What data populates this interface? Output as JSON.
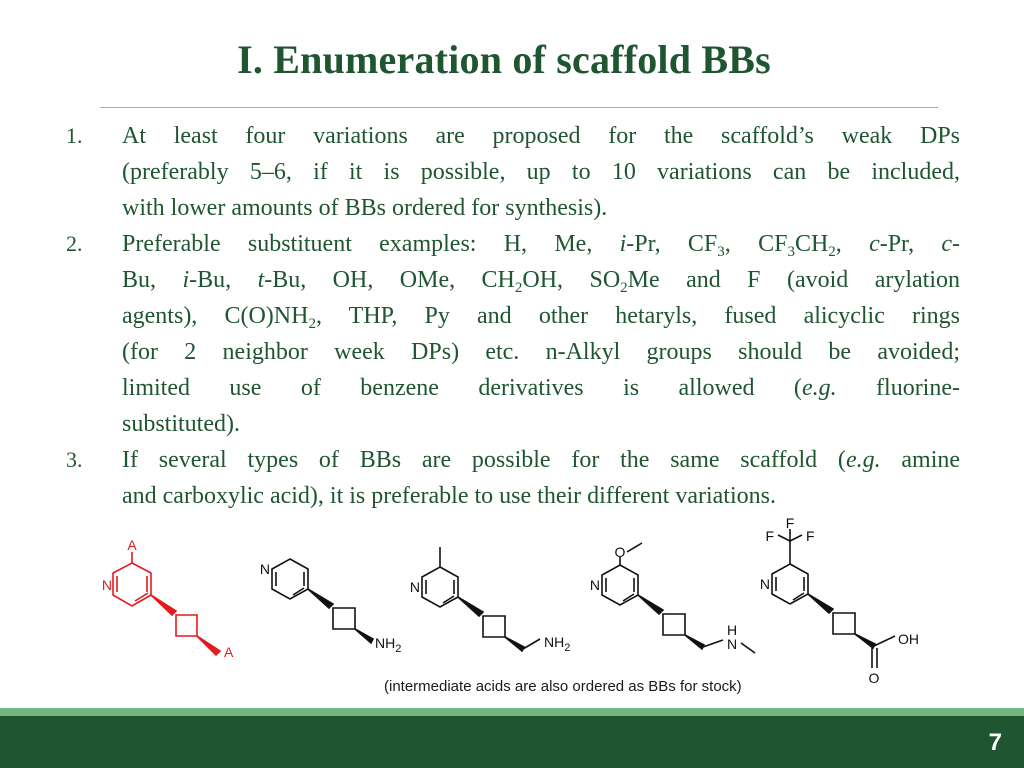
{
  "slide": {
    "title": "I. Enumeration of scaffold BBs",
    "page_number": "7",
    "colors": {
      "accent": "#1f5631",
      "bar_light": "#74b77e",
      "highlight": "#e41a1c"
    }
  },
  "list": {
    "items": [
      {
        "number": "1.",
        "lines": [
          "At least four variations are proposed for the scaffold’s weak DPs",
          "(preferably 5–6, if it is possible, up to 10 variations can be included,",
          "with lower amounts of BBs ordered for synthesis)."
        ]
      },
      {
        "number": "2.",
        "lines": [
          "Preferable substituent examples: H, Me, <i>i</i>-Pr, CF<sub>3</sub>, CF<sub>3</sub>CH<sub>2</sub>, <i>c</i>-Pr, <i>c</i>-",
          "Bu, <i>i</i>-Bu, <i>t</i>-Bu, OH, OMe, CH<sub>2</sub>OH, SO<sub>2</sub>Me and F (avoid arylation",
          "agents), C(O)NH<sub>2</sub>, THP, Py and other hetaryls, fused alicyclic rings",
          "(for 2 neighbor week DPs) etc. n-Alkyl groups should be avoided;",
          "limited use of benzene derivatives is allowed (<i>e.g.</i> fluorine-",
          "substituted)."
        ]
      },
      {
        "number": "3.",
        "lines": [
          "If several types of BBs are possible for the same scaffold (<i>e.g.</i> amine",
          "and carboxylic acid), it is preferable to use their different variations."
        ]
      }
    ]
  },
  "structures": {
    "scaffold": {
      "ring_n": "N",
      "subst_top": "A",
      "subst_bottom": "A"
    },
    "aminopyridine": {
      "ring_n": "N",
      "group": "NH2"
    },
    "methylpyridine": {
      "ring_n": "N",
      "group": "NH2"
    },
    "methoxypyridine": {
      "ring_n": "N",
      "oxygen": "O",
      "nh_h": "H",
      "nh_n": "N"
    },
    "cf3pyridine": {
      "ring_n": "N",
      "f1": "F",
      "f2": "F",
      "f3": "F",
      "oh": "OH",
      "carbonyl_o": "O"
    },
    "caption": "(intermediate acids are also ordered as BBs for stock)"
  }
}
